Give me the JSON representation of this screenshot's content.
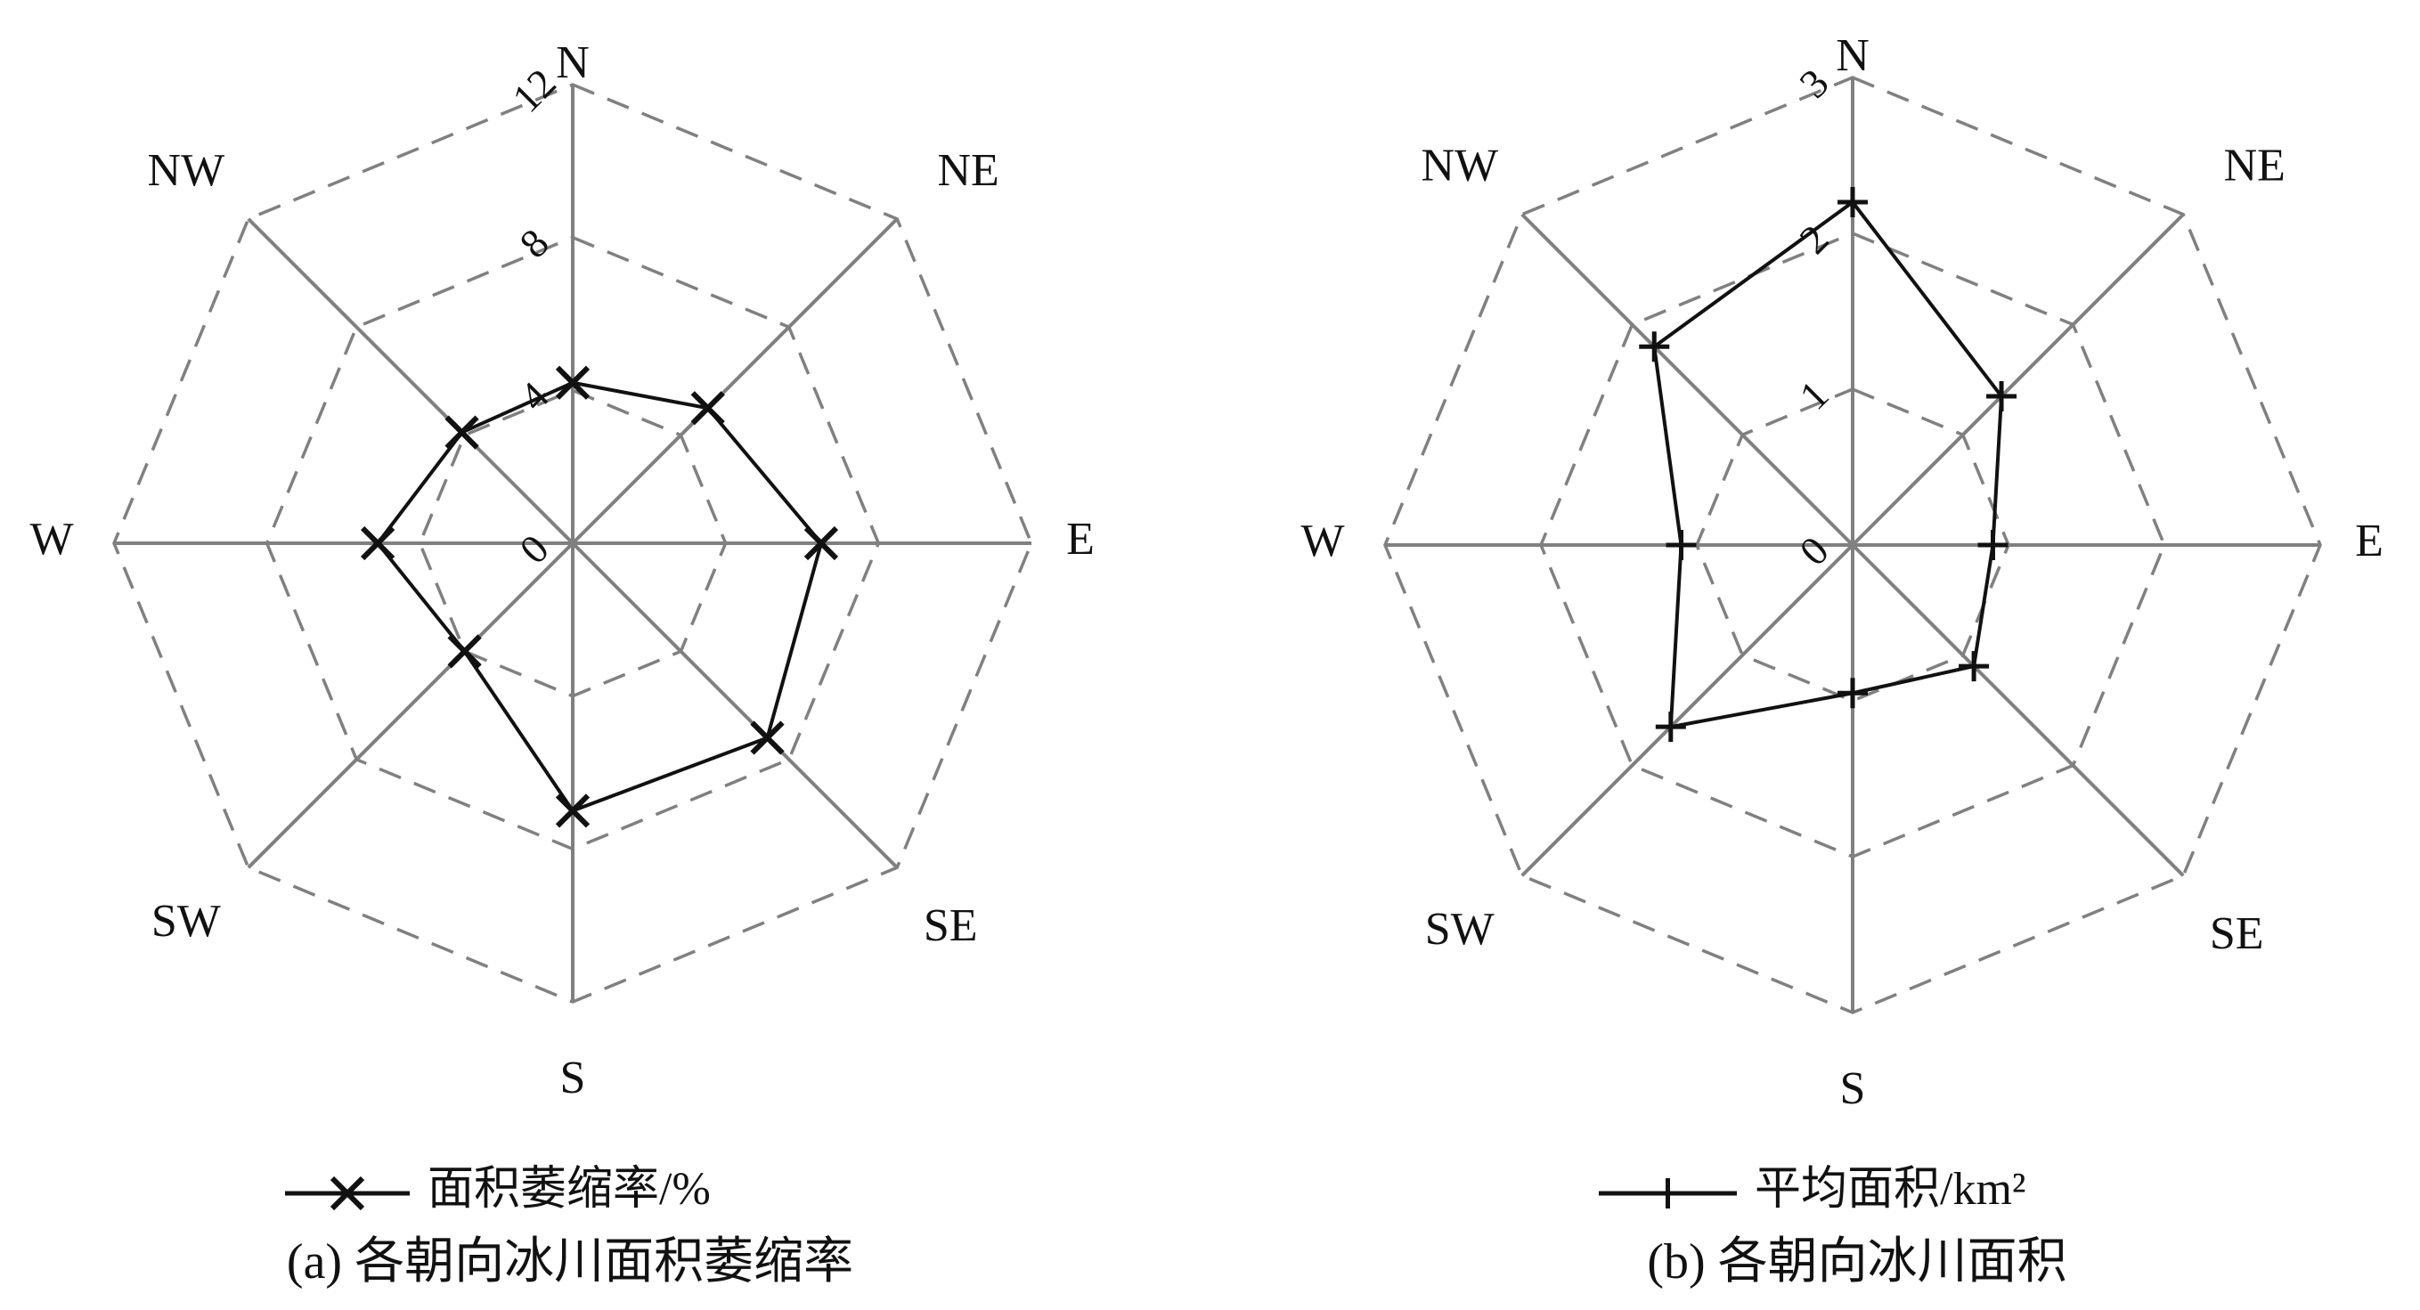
{
  "chart_data": [
    {
      "type": "radar",
      "directions": [
        "N",
        "NE",
        "E",
        "SE",
        "S",
        "SW",
        "W",
        "NW"
      ],
      "rlim": [
        0,
        12
      ],
      "ticks": [
        "0",
        "4",
        "8",
        "12"
      ],
      "tick_values": [
        0,
        4,
        8,
        12
      ],
      "grid": "dashed octagons",
      "legend_position": "bottom",
      "series": [
        {
          "name": "面积萎缩率/%",
          "marker": "x",
          "values": [
            4.2,
            5.0,
            6.5,
            7.2,
            7.0,
            4.0,
            5.1,
            4.1
          ]
        }
      ],
      "caption": "(a) 各朝向冰川面积萎缩率"
    },
    {
      "type": "radar",
      "directions": [
        "N",
        "NE",
        "E",
        "SE",
        "S",
        "SW",
        "W",
        "NW"
      ],
      "rlim": [
        0,
        3
      ],
      "ticks": [
        "0",
        "1",
        "2",
        "3"
      ],
      "tick_values": [
        0,
        1,
        2,
        3
      ],
      "grid": "dashed octagons",
      "legend_position": "bottom",
      "series": [
        {
          "name": "平均面积/km²",
          "marker": "plus",
          "values": [
            2.2,
            1.35,
            0.9,
            1.1,
            0.95,
            1.65,
            1.1,
            1.8
          ]
        }
      ],
      "caption": "(b) 各朝向冰川面积"
    }
  ],
  "colors": {
    "axis": "#808080",
    "grid": "#808080",
    "series": "#111111",
    "text": "#111111",
    "background": "#ffffff"
  }
}
